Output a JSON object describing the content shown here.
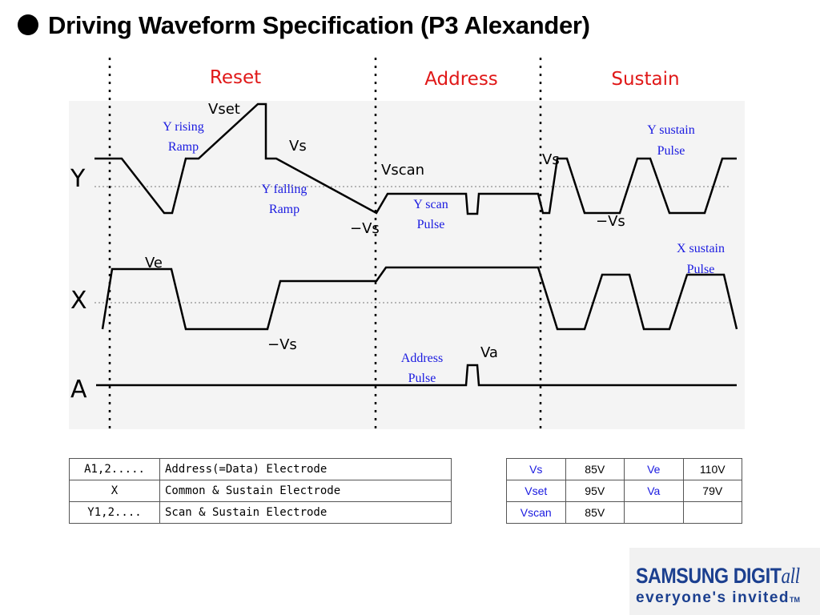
{
  "title": "Driving Waveform Specification (P3 Alexander)",
  "phases": [
    "Reset",
    "Address",
    "Sustain"
  ],
  "signals": [
    "Y",
    "X",
    "A"
  ],
  "labels": {
    "vset": "Vset",
    "vs_top": "Vs",
    "vscan": "Vscan",
    "vs_sustain": "Vs",
    "neg_vs_y": "−Vs",
    "neg_vs_sustain": "−Vs",
    "ve": "Ve",
    "neg_vs_x": "−Vs",
    "va": "Va"
  },
  "annotations": {
    "y_rising": [
      "Y  rising",
      "Ramp"
    ],
    "y_falling": [
      "Y  falling",
      "Ramp"
    ],
    "y_scan": [
      "Y  scan",
      "Pulse"
    ],
    "y_sustain": [
      "Y  sustain",
      "Pulse"
    ],
    "x_sustain": [
      "X  sustain",
      "Pulse"
    ],
    "address": [
      "Address",
      "Pulse"
    ]
  },
  "electrode_table": [
    [
      "A1,2.....",
      "Address(=Data) Electrode"
    ],
    [
      "X",
      "Common & Sustain Electrode"
    ],
    [
      "Y1,2....",
      "Scan & Sustain Electrode"
    ]
  ],
  "voltage_table": [
    [
      "Vs",
      "85V",
      "Ve",
      "110V"
    ],
    [
      "Vset",
      "95V",
      "Va",
      "79V"
    ],
    [
      "Vscan",
      "85V",
      "",
      ""
    ]
  ],
  "logo": {
    "brand": "SAMSUNG DIGIT",
    "brand_suffix": "all",
    "tagline": "everyone's invited",
    "tm": "TM"
  },
  "colors": {
    "phase": "#e01818",
    "annotation": "#1a1ae0",
    "logo": "#1b3f8f"
  }
}
